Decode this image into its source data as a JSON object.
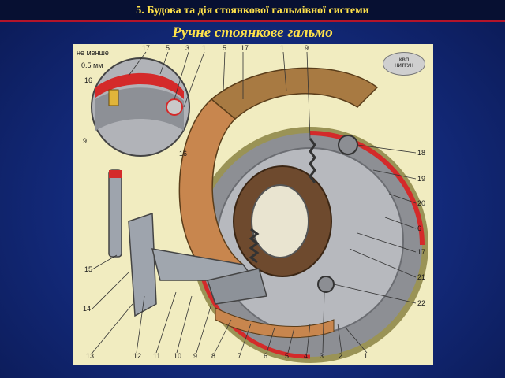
{
  "slide": {
    "title": "5. Будова та дія стоянкової гальмівної системи",
    "subtitle": "Ручне стоянкове гальмо"
  },
  "diagram": {
    "note_line1": "не менше",
    "note_line2": "0.5 мм",
    "logo_line1": "КВП",
    "logo_line2": "НИТГУН",
    "top_labels": [
      "17",
      "5",
      "3",
      "1",
      "5",
      "17",
      "1",
      "9"
    ],
    "left_labels": [
      "16",
      "9",
      "16",
      "15",
      "14"
    ],
    "right_labels": [
      "18",
      "19",
      "20",
      "6",
      "17",
      "21",
      "22"
    ],
    "bottom_labels": [
      "13",
      "12",
      "11",
      "10",
      "9",
      "8",
      "7",
      "6",
      "5",
      "4",
      "3",
      "2",
      "1"
    ]
  },
  "colors": {
    "background": "#142c80",
    "title": "#ffe24a",
    "accent_line": "#b3142a",
    "diagram_bg": "#f1ecc0",
    "brake_lining": "#c8864e",
    "drum": "#9fa0a4",
    "red_seal": "#d42a2a"
  }
}
